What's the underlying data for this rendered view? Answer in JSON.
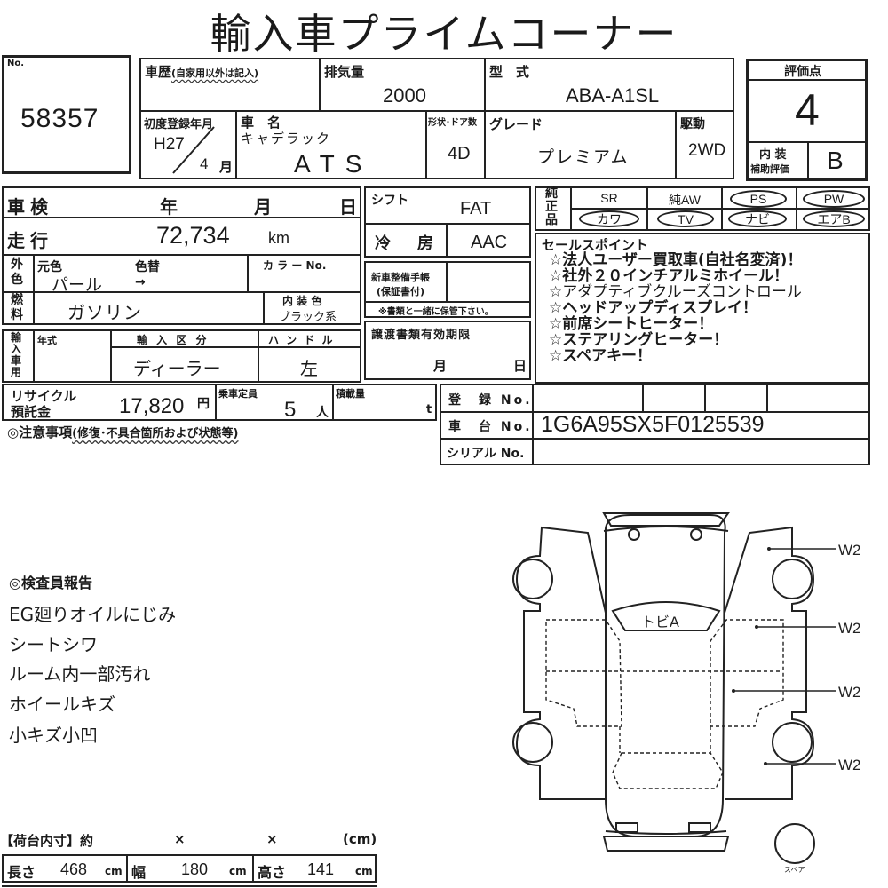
{
  "title": "輸入車プライムコーナー",
  "lot": {
    "label": "No.",
    "number": "58357"
  },
  "history": {
    "label": "車歴",
    "note": "(自家用以外は記入)",
    "value": ""
  },
  "displacement": {
    "label": "排気量",
    "value": "2000"
  },
  "model_code": {
    "label": "型　式",
    "value": "ABA-A1SL"
  },
  "first_registration": {
    "label": "初度登録年月",
    "year": "H27",
    "month": "4",
    "month_unit": "月"
  },
  "car_name": {
    "label": "車　名",
    "maker": "キャデラック",
    "model": "ATS"
  },
  "body_doors": {
    "label": "形状･ドア数",
    "value": "4D"
  },
  "grade": {
    "label": "グレード",
    "value": "プレミアム"
  },
  "drive": {
    "label": "駆動",
    "value": "2WD"
  },
  "score": {
    "label": "評価点",
    "value": "4",
    "interior_label_1": "内 装",
    "interior_label_2": "補助評価",
    "interior_value": "B"
  },
  "inspection": {
    "label": "車検",
    "year_unit": "年",
    "month_unit": "月",
    "day_unit": "日"
  },
  "mileage": {
    "label": "走行",
    "value": "72,734",
    "unit": "km"
  },
  "exterior_color": {
    "side_label": "外色",
    "original_label": "元色",
    "original_value": "パール",
    "changed_label": "色替",
    "changed_value": "→",
    "color_no_label": "カ ラ ー No."
  },
  "fuel": {
    "side_label": "燃料",
    "value": "ガソリン"
  },
  "interior_color": {
    "label": "内 装 色",
    "value": "ブラック系"
  },
  "import": {
    "side_label": "輸入車用",
    "model_year_label": "年式",
    "import_type_label": "輸 入 区 分",
    "import_type_value": "ディーラー",
    "handle_label": "ハ ン ド ル",
    "handle_value": "左"
  },
  "shift": {
    "label": "シフト",
    "value": "FAT"
  },
  "aircon": {
    "label": "冷　房",
    "value": "AAC"
  },
  "maintenance_book": {
    "label_1": "新車整備手帳",
    "label_2": "(保証書付)",
    "note": "※書類と一緒に保管下さい。"
  },
  "transfer_docs": {
    "label": "譲渡書類有効期限",
    "month_unit": "月",
    "day_unit": "日"
  },
  "genuine_parts": {
    "side_label": "純正品",
    "row1": [
      {
        "label": "SR",
        "circled": false
      },
      {
        "label": "純AW",
        "circled": false
      },
      {
        "label": "PS",
        "circled": true
      },
      {
        "label": "PW",
        "circled": true
      }
    ],
    "row2": [
      {
        "label": "カワ",
        "circled": true
      },
      {
        "label": "TV",
        "circled": true
      },
      {
        "label": "ナビ",
        "circled": true
      },
      {
        "label": "エアB",
        "circled": true
      }
    ]
  },
  "sales_points": {
    "label": "セールスポイント",
    "items": [
      "☆法人ユーザー買取車(自社名変済)！",
      "☆社外２０インチアルミホイール！",
      "☆アダプティブクルーズコントロール",
      "☆ヘッドアップディスプレイ！",
      "☆前席シートヒーター！",
      "☆ステアリングヒーター！",
      "☆スペアキー！"
    ]
  },
  "recycle": {
    "label_1": "リサイクル",
    "label_2": "預託金",
    "value": "17,820",
    "unit": "円"
  },
  "capacity": {
    "label": "乗車定員",
    "value": "5",
    "unit": "人"
  },
  "load": {
    "label": "積載量",
    "value": "",
    "unit": "t"
  },
  "registration_no": {
    "label": "登　録 No.",
    "value": ""
  },
  "chassis_no": {
    "label": "車　台 No.",
    "value": "1G6A95SX5F0125539"
  },
  "serial_no": {
    "label": "シリアル No.",
    "value": ""
  },
  "notes": {
    "label": "◎注意事項",
    "sub": "(修復･不具合箇所および状態等)"
  },
  "inspector_report": {
    "label": "◎検査員報告",
    "lines": [
      "EG廻りオイルにじみ",
      "シートシワ",
      "ルーム内一部汚れ",
      "ホイールキズ",
      "小キズ小凹"
    ]
  },
  "cargo": {
    "label": "【荷台内寸】約",
    "times_1": "×",
    "times_2": "×",
    "unit_label": "(cm)",
    "length_label": "長さ",
    "length": "468",
    "width_label": "幅",
    "width": "180",
    "height_label": "高さ",
    "height": "141",
    "unit": "cm"
  },
  "diagram": {
    "windshield_mark": "トビA",
    "marks": [
      "W2",
      "W2",
      "W2",
      "W2"
    ],
    "spare_label": "スペア"
  }
}
